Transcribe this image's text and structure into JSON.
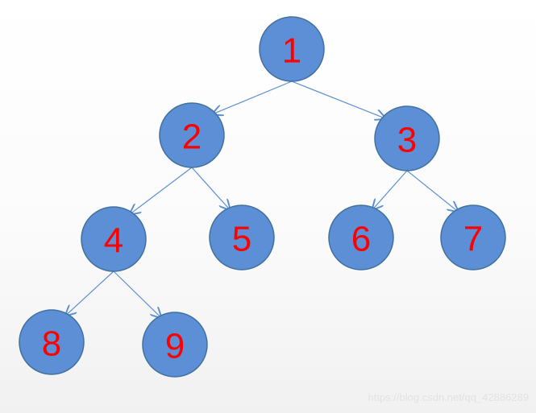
{
  "colors": {
    "node_fill": "#5d8fd7",
    "node_stroke": "#41719c",
    "label": "#ff0000",
    "edge": "#5b8fd3"
  },
  "tree": {
    "nodes": [
      {
        "id": "1",
        "label": "1"
      },
      {
        "id": "2",
        "label": "2"
      },
      {
        "id": "3",
        "label": "3"
      },
      {
        "id": "4",
        "label": "4"
      },
      {
        "id": "5",
        "label": "5"
      },
      {
        "id": "6",
        "label": "6"
      },
      {
        "id": "7",
        "label": "7"
      },
      {
        "id": "8",
        "label": "8"
      },
      {
        "id": "9",
        "label": "9"
      }
    ],
    "edges": [
      {
        "from": "1",
        "to": "2"
      },
      {
        "from": "1",
        "to": "3"
      },
      {
        "from": "2",
        "to": "4"
      },
      {
        "from": "2",
        "to": "5"
      },
      {
        "from": "3",
        "to": "6"
      },
      {
        "from": "3",
        "to": "7"
      },
      {
        "from": "4",
        "to": "8"
      },
      {
        "from": "4",
        "to": "9"
      }
    ]
  },
  "watermark": "https://blog.csdn.net/qq_42886289"
}
